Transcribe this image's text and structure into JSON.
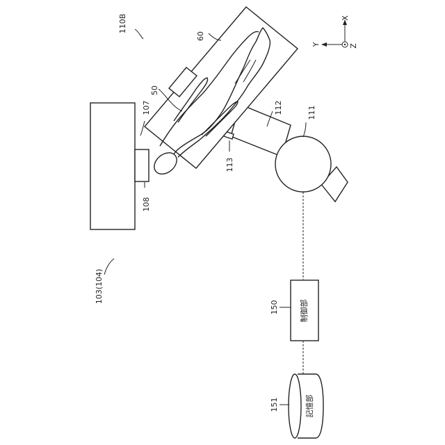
{
  "labels": {
    "ref_110B": "110B",
    "ref_60": "60",
    "ref_50": "50",
    "ref_107": "107",
    "ref_108": "108",
    "ref_112": "112",
    "ref_111": "111",
    "ref_113": "113",
    "ref_103": "103(104)",
    "ref_150": "150",
    "ref_151": "151"
  },
  "boxes": {
    "control_unit": "制御部",
    "storage_unit": "記憶部"
  },
  "axes": {
    "x": "X",
    "y": "Y",
    "z": "Z"
  }
}
